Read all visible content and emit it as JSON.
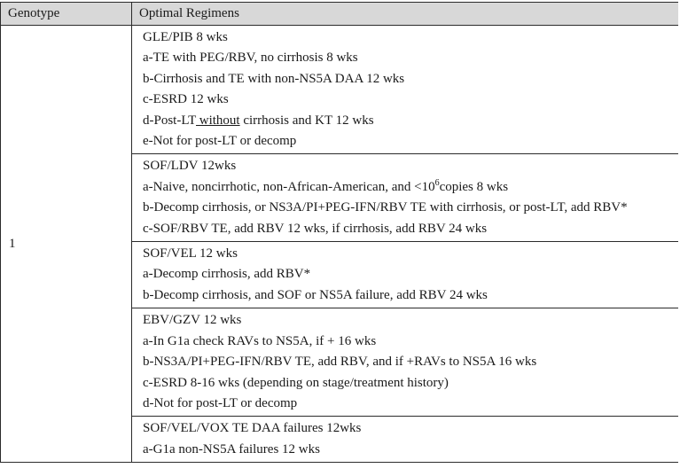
{
  "colors": {
    "header_bg": "#d8d8d8",
    "border": "#2b2b2b"
  },
  "table": {
    "header": {
      "genotype": "Genotype",
      "regimens": "Optimal Regimens"
    },
    "genotype_value": "1",
    "groups": [
      {
        "lines": [
          {
            "text": "GLE/PIB 8 wks"
          },
          {
            "text": "a-TE with PEG/RBV, no cirrhosis 8 wks"
          },
          {
            "text": "b-Cirrhosis and TE with non-NS5A DAA 12 wks"
          },
          {
            "text": "c-ESRD 12 wks"
          },
          {
            "pre": "d-Post-LT",
            "u": " without",
            "post": " cirrhosis and KT 12 wks"
          },
          {
            "text": "e-Not for post-LT or decomp"
          }
        ]
      },
      {
        "lines": [
          {
            "text": "SOF/LDV 12wks"
          },
          {
            "pre": "a-Naive, noncirrhotic, non-African-American, and <10",
            "sup": "6",
            "post": "copies 8 wks"
          },
          {
            "text": "b-Decomp cirrhosis, or NS3A/PI+PEG-IFN/RBV TE with cirrhosis, or post-LT, add RBV*"
          },
          {
            "text": "c-SOF/RBV TE, add RBV 12 wks, if cirrhosis, add RBV 24 wks"
          }
        ]
      },
      {
        "lines": [
          {
            "text": "SOF/VEL 12 wks"
          },
          {
            "text": "a-Decomp cirrhosis, add RBV*"
          },
          {
            "text": "b-Decomp cirrhosis, and SOF or NS5A failure, add RBV 24 wks"
          }
        ]
      },
      {
        "lines": [
          {
            "text": "EBV/GZV 12 wks"
          },
          {
            "text": "a-In G1a check RAVs to NS5A, if + 16 wks"
          },
          {
            "text": "b-NS3A/PI+PEG-IFN/RBV TE, add RBV, and if +RAVs to NS5A 16 wks"
          },
          {
            "text": "c-ESRD 8-16 wks (depending on stage/treatment history)"
          },
          {
            "text": "d-Not for post-LT or decomp"
          }
        ]
      },
      {
        "lines": [
          {
            "text": "SOF/VEL/VOX TE DAA failures 12wks"
          },
          {
            "text": "a-G1a non-NS5A failures 12 wks"
          }
        ]
      }
    ]
  }
}
